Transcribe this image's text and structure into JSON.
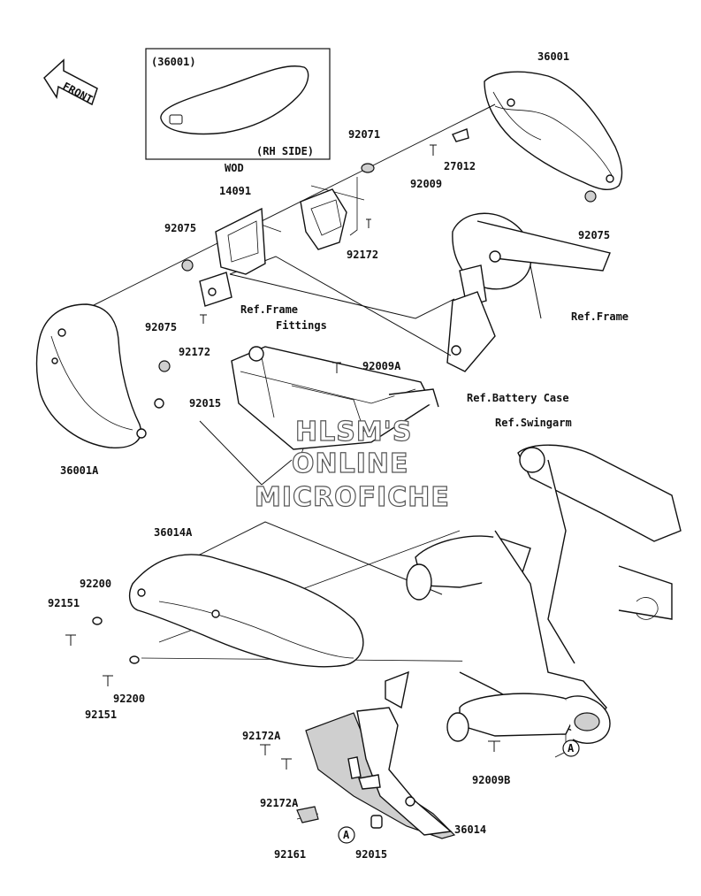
{
  "front_arrow": "FRONT",
  "inset": {
    "part": "(36001)",
    "side": "(RH SIDE)",
    "code": "WOD"
  },
  "labels": {
    "p36001": "36001",
    "p92071": "92071",
    "p14091": "14091",
    "p92009": "92009",
    "p27012": "27012",
    "p92075a": "92075",
    "p92075b": "92075",
    "p92075c": "92075",
    "p92172": "92172",
    "p92172b": "92172",
    "ref_frame_fittings_1": "Ref.Frame",
    "ref_frame_fittings_2": "Fittings",
    "ref_frame": "Ref.Frame",
    "p92009a": "92009A",
    "ref_battery": "Ref.Battery Case",
    "p92015a": "92015",
    "ref_swingarm": "Ref.Swingarm",
    "p36001a": "36001A",
    "p36014a": "36014A",
    "p92200a": "92200",
    "p92151a": "92151",
    "p92200b": "92200",
    "p92151b": "92151",
    "p92172a1": "92172A",
    "p92172a2": "92172A",
    "p92161": "92161",
    "p92015b": "92015",
    "p36014": "36014",
    "p92009b": "92009B",
    "callout_a1": "A",
    "callout_a2": "A"
  },
  "watermark": [
    "HLSM'S",
    "ONLINE",
    "MICROFICHE"
  ]
}
